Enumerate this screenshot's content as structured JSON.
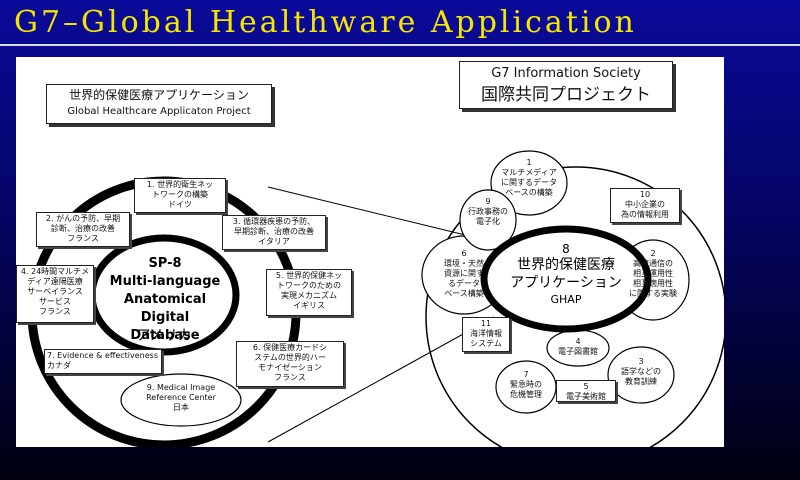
{
  "slide": {
    "title": "G7–Global Healthware Application"
  },
  "left": {
    "header_jp": "世界的保健医療アプリケーション",
    "header_en": "Global Healthcare Applicaton Project",
    "center": {
      "label": "SP-8\nMulti-language\nAnatomical\nDigital Database",
      "country": "アメリカ"
    },
    "items": [
      "1. 世界的衛生ネッ\nトワークの構築\nドイツ",
      "2. がんの予防、早期\n診断、治療の改善\nフランス",
      "3. 循環器疾患の予防、\n早期診断、治療の改善\nイタリア",
      "4. 24時間マルチメ\nディア遠隔医療\nサーベイランス\nサービス\nフランス",
      "5. 世界的保健ネッ\nトワークのための\n実現メカニズム\nイギリス",
      "6. 保健医療カードシ\nステムの世界的ハー\nモナイゼーション\nフランス",
      "7. Evidence & effectiveness\nカナダ",
      "9. Medical Image\nReference Center\n日本"
    ]
  },
  "right": {
    "header_en": "G7 Information Society",
    "header_jp": "国際共同プロジェクト",
    "center": {
      "num": "8",
      "jp": "世界的保健医療\nアプリケーション",
      "en": "GHAP"
    },
    "items": [
      "1\nマルチメディア\nに関するデータ\nベースの構築",
      "2\n高速通信の\n相互運用性\n相互適用性\nに関する実験",
      "3\n語学などの\n教育訓練",
      "4\n電子図書館",
      "5\n電子美術館",
      "6\n環境・天然\n資源に関す\nるデータ\nベース構築",
      "7\n緊急時の\n危機管理",
      "9\n行政事務の\n電子化",
      "10\n中小企業の\n為の情報利用",
      "11\n海洋情報\nシステム"
    ]
  }
}
